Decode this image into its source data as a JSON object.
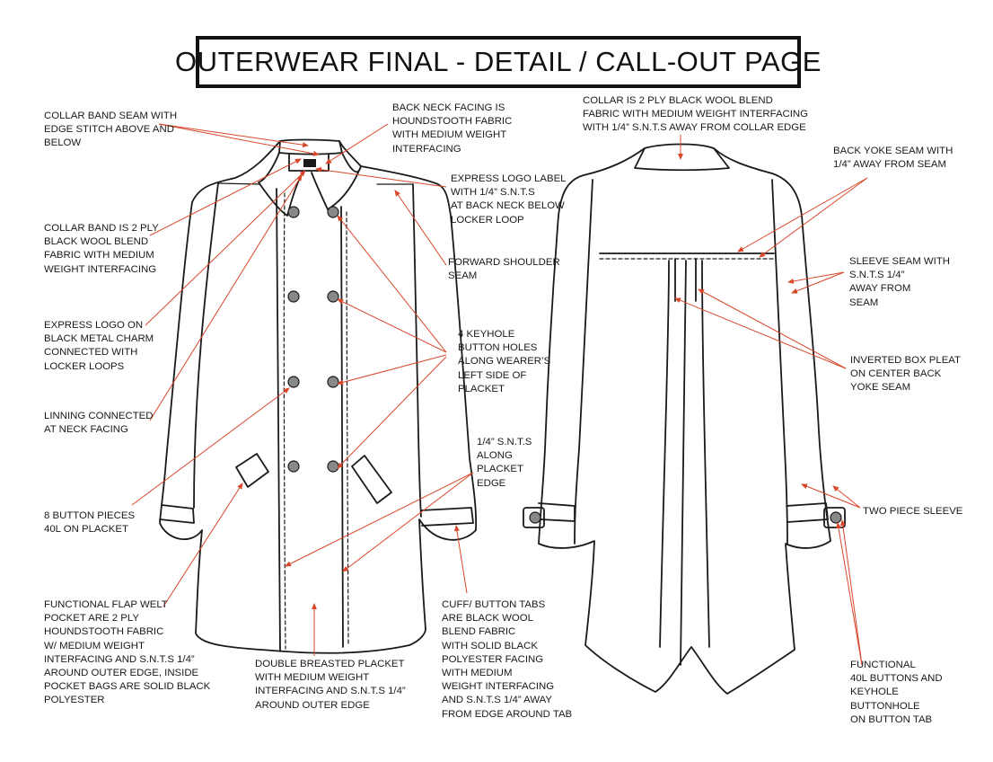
{
  "title": "OUTERWEAR FINAL - DETAIL / CALL-OUT PAGE",
  "colors": {
    "outline": "#1a1a1a",
    "pointer": "#d9472b",
    "button_fill": "#888888",
    "background": "#ffffff"
  },
  "icons": [
    "coat-front-flat-sketch",
    "coat-back-flat-sketch",
    "button-icon",
    "logo-label-icon"
  ],
  "callouts": [
    {
      "id": "collar-band-seam",
      "lines": [
        "COLLAR BAND SEAM WITH",
        "EDGE STITCH ABOVE AND",
        "BELOW"
      ]
    },
    {
      "id": "collar-band-ply",
      "lines": [
        "COLLAR BAND IS 2 PLY",
        "BLACK WOOL BLEND",
        "FABRIC WITH MEDIUM",
        "WEIGHT INTERFACING"
      ]
    },
    {
      "id": "logo-charm",
      "lines": [
        "EXPRESS LOGO ON",
        "BLACK METAL CHARM",
        "CONNECTED WITH",
        " LOCKER LOOPS"
      ]
    },
    {
      "id": "lining",
      "lines": [
        "LINNING CONNECTED",
        "AT NECK FACING"
      ]
    },
    {
      "id": "button-pieces",
      "lines": [
        "8 BUTTON PIECES",
        "40L ON PLACKET"
      ]
    },
    {
      "id": "welt-pocket",
      "lines": [
        "FUNCTIONAL FLAP WELT",
        "POCKET ARE 2 PLY",
        "HOUNDSTOOTH FABRIC",
        "W/ MEDIUM WEIGHT",
        "INTERFACING AND S.N.T.S 1/4”",
        "AROUND OUTER EDGE, INSIDE",
        "POCKET BAGS ARE SOLID BLACK",
        "POLYESTER"
      ]
    },
    {
      "id": "back-neck-facing",
      "lines": [
        "BACK NECK FACING IS",
        "HOUNDSTOOTH FABRIC",
        "WITH MEDIUM WEIGHT",
        "INTERFACING"
      ]
    },
    {
      "id": "logo-label",
      "lines": [
        "EXPRESS LOGO LABEL",
        "WITH 1/4” S.N.T.S",
        "AT BACK NECK BELOW",
        "LOCKER LOOP"
      ]
    },
    {
      "id": "forward-shoulder",
      "lines": [
        "FORWARD SHOULDER",
        "SEAM"
      ]
    },
    {
      "id": "keyhole",
      "lines": [
        "4 KEYHOLE",
        "BUTTON HOLES",
        "ALONG WEARER’S",
        "LEFT SIDE OF",
        "PLACKET"
      ]
    },
    {
      "id": "snts-placket",
      "lines": [
        "1/4” S.N.T.S",
        "ALONG",
        "PLACKET",
        "EDGE"
      ]
    },
    {
      "id": "double-breasted",
      "lines": [
        "DOUBLE BREASTED PLACKET",
        "WITH MEDIUM WEIGHT",
        "INTERFACING AND S.N.T.S 1/4”",
        "AROUND OUTER EDGE"
      ]
    },
    {
      "id": "cuff-tabs",
      "lines": [
        "CUFF/ BUTTON TABS",
        "ARE BLACK WOOL",
        "BLEND FABRIC",
        "WITH SOLID BLACK",
        "POLYESTER FACING",
        "WITH MEDIUM",
        "WEIGHT INTERFACING",
        "AND S.N.T.S 1/4” AWAY",
        "FROM EDGE AROUND  TAB"
      ]
    },
    {
      "id": "collar-ply",
      "lines": [
        "COLLAR IS 2 PLY BLACK WOOL BLEND",
        "FABRIC WITH MEDIUM WEIGHT INTERFACING",
        "WITH 1/4” S.N.T.S AWAY FROM COLLAR EDGE"
      ]
    },
    {
      "id": "back-yoke",
      "lines": [
        "BACK YOKE SEAM WITH",
        "1/4” AWAY FROM SEAM"
      ]
    },
    {
      "id": "sleeve-seam",
      "lines": [
        "SLEEVE SEAM WITH",
        "S.N.T.S 1/4”",
        "AWAY FROM",
        "SEAM"
      ]
    },
    {
      "id": "box-pleat",
      "lines": [
        "INVERTED BOX PLEAT",
        "ON CENTER BACK",
        "YOKE SEAM"
      ]
    },
    {
      "id": "two-piece-sleeve",
      "lines": [
        "TWO PIECE SLEEVE"
      ]
    },
    {
      "id": "functional-buttons",
      "lines": [
        "FUNCTIONAL",
        "40L BUTTONS AND",
        "KEYHOLE",
        "BUTTONHOLE",
        "ON BUTTON TAB"
      ]
    }
  ]
}
